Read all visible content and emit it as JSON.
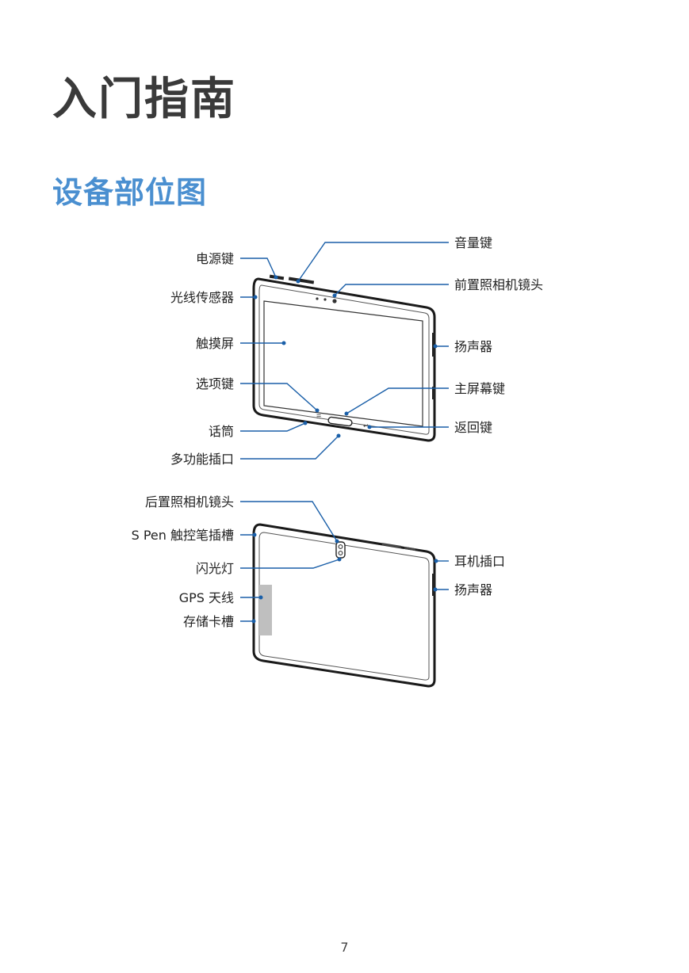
{
  "chapter_title": "入门指南",
  "section_title": "设备部位图",
  "front_view": {
    "labels_left": [
      "电源键",
      "光线传感器",
      "触摸屏",
      "选项键",
      "话筒",
      "多功能插口"
    ],
    "labels_right": [
      "音量键",
      "前置照相机镜头",
      "扬声器",
      "主屏幕键",
      "返回键"
    ]
  },
  "back_view": {
    "labels_left": [
      "后置照相机镜头",
      "S Pen 触控笔插槽",
      "闪光灯",
      "GPS 天线",
      "存储卡槽"
    ],
    "labels_right": [
      "耳机插口",
      "扬声器"
    ]
  },
  "page_number": "7"
}
